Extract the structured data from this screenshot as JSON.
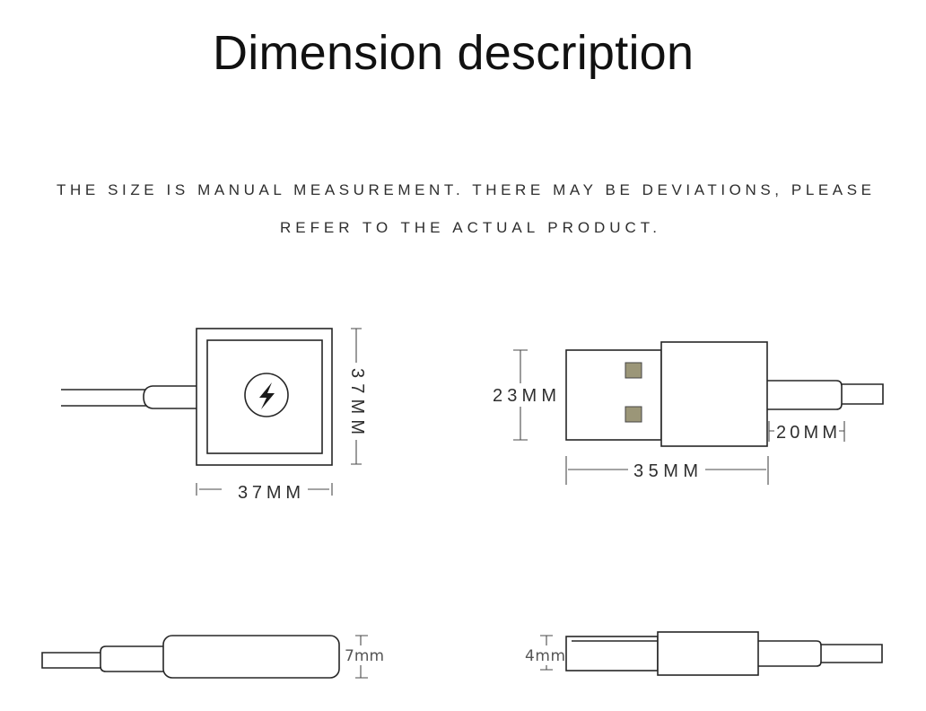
{
  "title": "Dimension description",
  "note": {
    "line1": "THE SIZE IS MANUAL MEASUREMENT. THERE MAY BE DEVIATIONS, PLEASE",
    "line2": "REFER TO THE ACTUAL PRODUCT."
  },
  "views": {
    "charger_top": {
      "height_label": "37MM",
      "width_label": "37MM"
    },
    "usb_top": {
      "height_label": "23MM",
      "length_label": "35MM",
      "strain_relief_label": "20MM"
    },
    "charger_side": {
      "thickness_label": "7mm"
    },
    "usb_side": {
      "thickness_label": "4mm"
    }
  },
  "icons": {
    "charge_symbol": "lightning-icon"
  },
  "colors": {
    "background": "#ffffff",
    "line": "#262626",
    "text": "#2e2e2e",
    "contact_pad": "#9b9678",
    "dimension_line": "#4a4a4a"
  }
}
